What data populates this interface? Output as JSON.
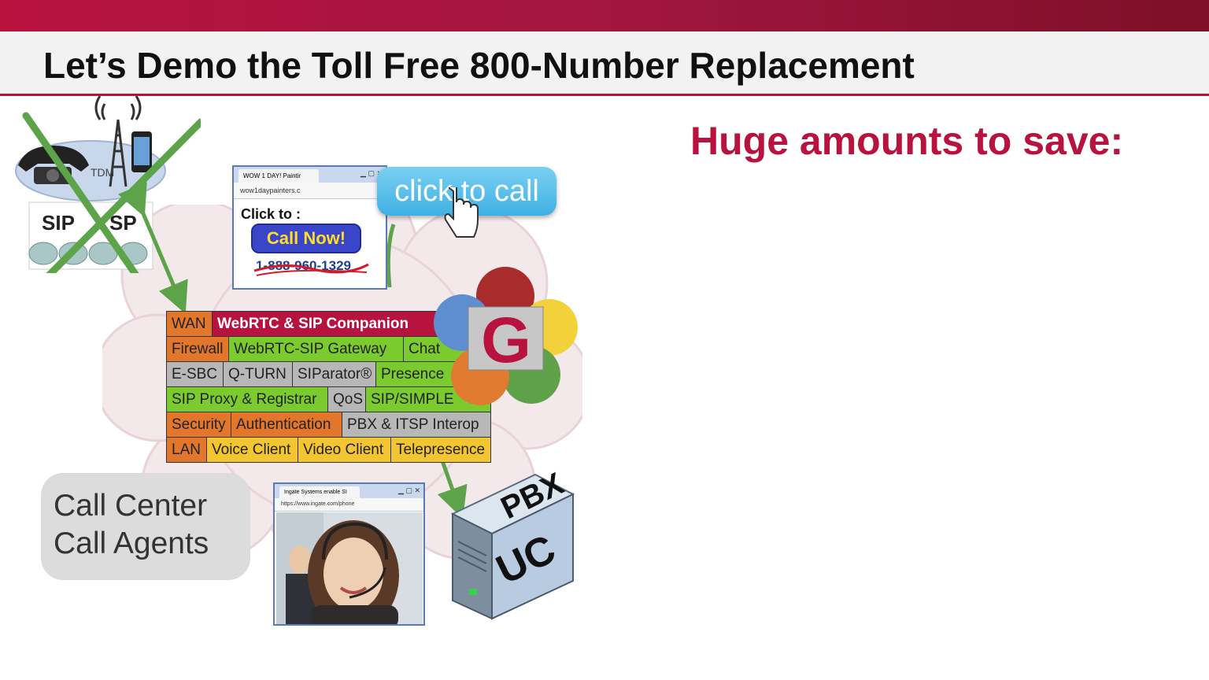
{
  "slide": {
    "title": "Let’s Demo the Toll Free 800-Number Replacement",
    "headline": "Huge amounts to save:"
  },
  "carrier": {
    "pstn_label": "TDM",
    "sip_label_left": "SIP",
    "sip_label_right": "SP"
  },
  "web_browser": {
    "tab_title": "WOW 1 DAY! Paintir",
    "url": "wow1daypainters.c",
    "click_to_label": "Click to :",
    "call_now_button": "Call Now!",
    "phone_number": "1-888-960-1329"
  },
  "click_to_call_badge": "click to call",
  "stack": {
    "rows": [
      [
        {
          "t": "WAN",
          "c": "o"
        },
        {
          "t": "WebRTC & SIP Companion",
          "c": "r"
        }
      ],
      [
        {
          "t": "Firewall",
          "c": "o"
        },
        {
          "t": "WebRTC-SIP Gateway",
          "c": "g"
        },
        {
          "t": "Chat",
          "c": "g"
        }
      ],
      [
        {
          "t": "E-SBC",
          "c": "gr"
        },
        {
          "t": "Q-TURN",
          "c": "gr"
        },
        {
          "t": "SIParator®",
          "c": "gr"
        },
        {
          "t": "Presence",
          "c": "g"
        }
      ],
      [
        {
          "t": "SIP Proxy & Registrar",
          "c": "g"
        },
        {
          "t": "QoS",
          "c": "gr"
        },
        {
          "t": "SIP/SIMPLE",
          "c": "g"
        }
      ],
      [
        {
          "t": "Security",
          "c": "o"
        },
        {
          "t": "Authentication",
          "c": "o"
        },
        {
          "t": "PBX & ITSP Interop",
          "c": "gr"
        }
      ],
      [
        {
          "t": "LAN",
          "c": "o"
        },
        {
          "t": "Voice Client",
          "c": "y"
        },
        {
          "t": "Video Client",
          "c": "y"
        },
        {
          "t": "Telepresence",
          "c": "y"
        }
      ]
    ]
  },
  "logo_letter": "G",
  "call_center": {
    "line1": "Call Center",
    "line2": "Call Agents"
  },
  "agent_browser": {
    "tab_title": "Ingate Systems enable SI",
    "url": "https://www.ingate.com/phone"
  },
  "server": {
    "label_top": "PBX",
    "label_bottom": "UC"
  },
  "colors": {
    "brand": "#b8123f",
    "arrow": "#5da34a",
    "cross": "#5da34a"
  }
}
